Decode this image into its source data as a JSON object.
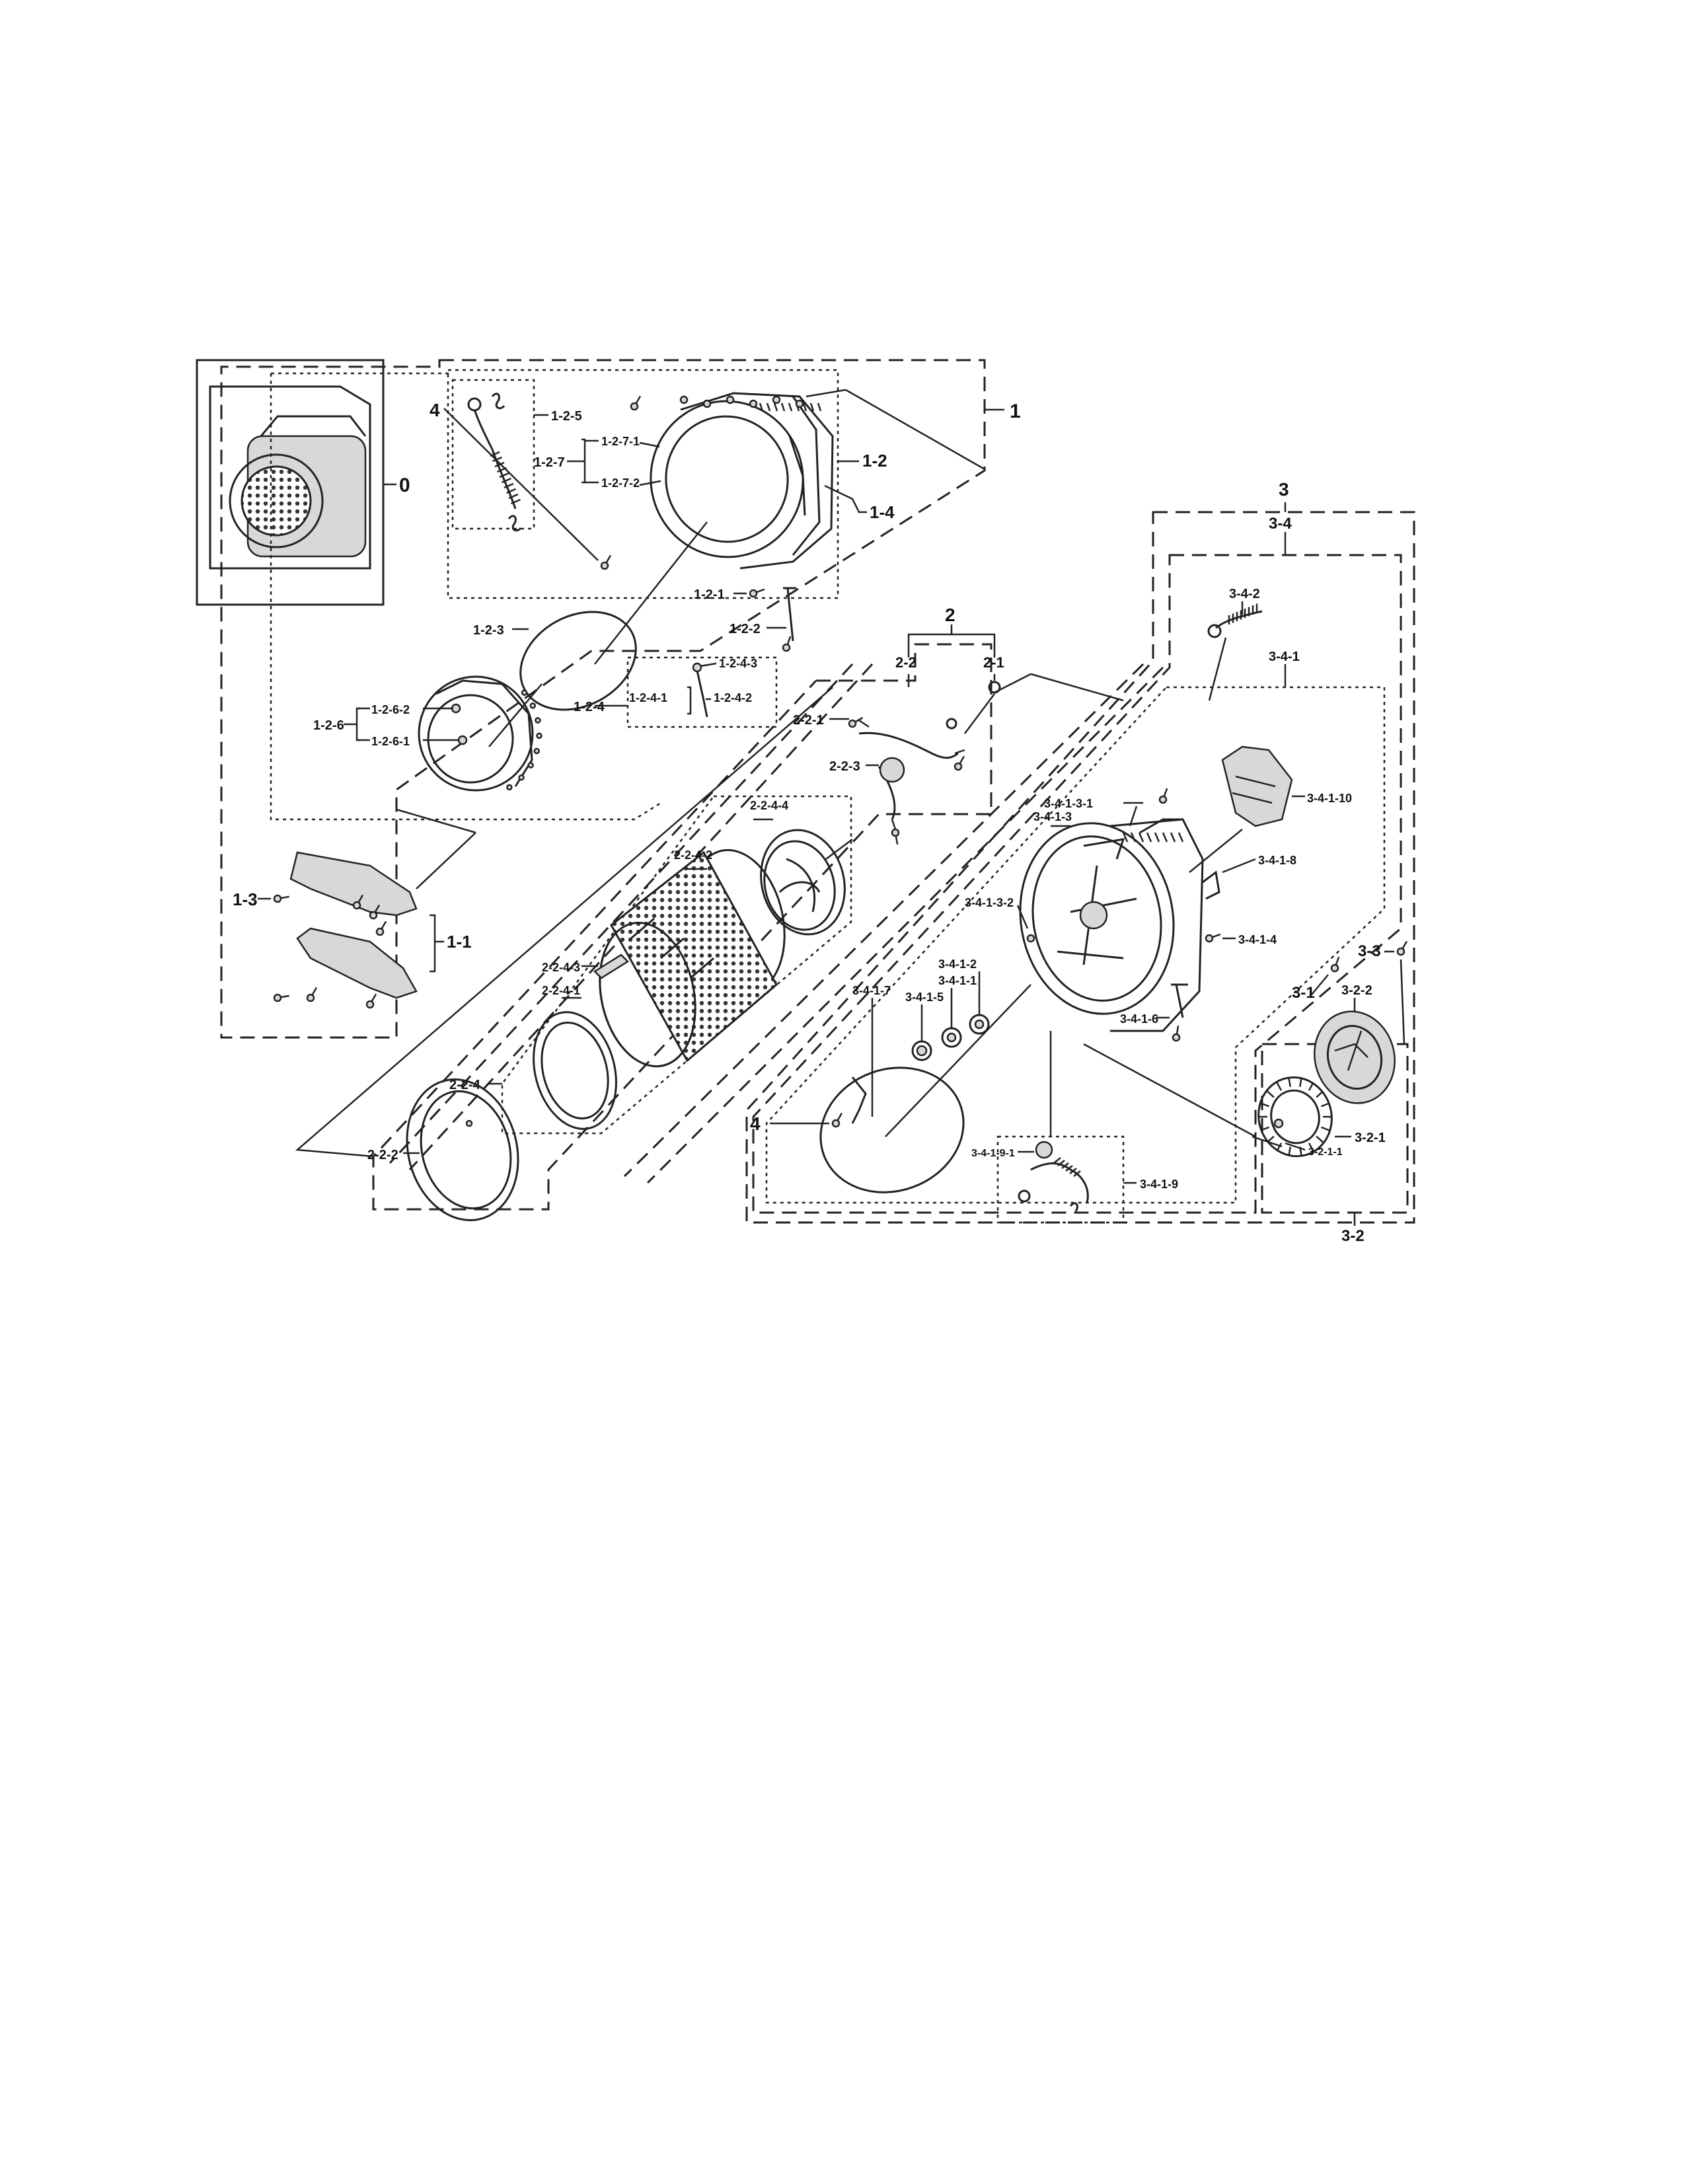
{
  "callouts": {
    "c0": "0",
    "c1": "1",
    "c1_1": "1-1",
    "c1_2": "1-2",
    "c1_2_1": "1-2-1",
    "c1_2_2": "1-2-2",
    "c1_2_3": "1-2-3",
    "c1_2_4": "1-2-4",
    "c1_2_4_1": "1-2-4-1",
    "c1_2_4_2": "1-2-4-2",
    "c1_2_4_3": "1-2-4-3",
    "c1_2_5": "1-2-5",
    "c1_2_6": "1-2-6",
    "c1_2_6_1": "1-2-6-1",
    "c1_2_6_2": "1-2-6-2",
    "c1_2_7": "1-2-7",
    "c1_2_7_1": "1-2-7-1",
    "c1_2_7_2": "1-2-7-2",
    "c1_3": "1-3",
    "c1_4": "1-4",
    "c4a": "4",
    "c2": "2",
    "c2_1": "2-1",
    "c2_2": "2-2",
    "c2_2_1": "2-2-1",
    "c2_2_2": "2-2-2",
    "c2_2_3": "2-2-3",
    "c2_2_4": "2-2-4",
    "c2_2_4_1": "2-2-4-1",
    "c2_2_4_2": "2-2-4-2",
    "c2_2_4_3": "2-2-4-3",
    "c2_2_4_4": "2-2-4-4",
    "c3": "3",
    "c3_1": "3-1",
    "c3_2": "3-2",
    "c3_2_1": "3-2-1",
    "c3_2_1_1": "3-2-1-1",
    "c3_2_2": "3-2-2",
    "c3_3": "3-3",
    "c3_4": "3-4",
    "c3_4_1": "3-4-1",
    "c3_4_2": "3-4-2",
    "c3_4_1_1": "3-4-1-1",
    "c3_4_1_2": "3-4-1-2",
    "c3_4_1_3": "3-4-1-3",
    "c3_4_1_3_1": "3-4-1-3-1",
    "c3_4_1_3_2": "3-4-1-3-2",
    "c3_4_1_4": "3-4-1-4",
    "c3_4_1_5": "3-4-1-5",
    "c3_4_1_6": "3-4-1-6",
    "c3_4_1_7": "3-4-1-7",
    "c3_4_1_8": "3-4-1-8",
    "c3_4_1_9": "3-4-1-9",
    "c3_4_1_9_1": "3-4-1-9-1",
    "c3_4_1_10": "3-4-1-10",
    "c4b": "4"
  }
}
